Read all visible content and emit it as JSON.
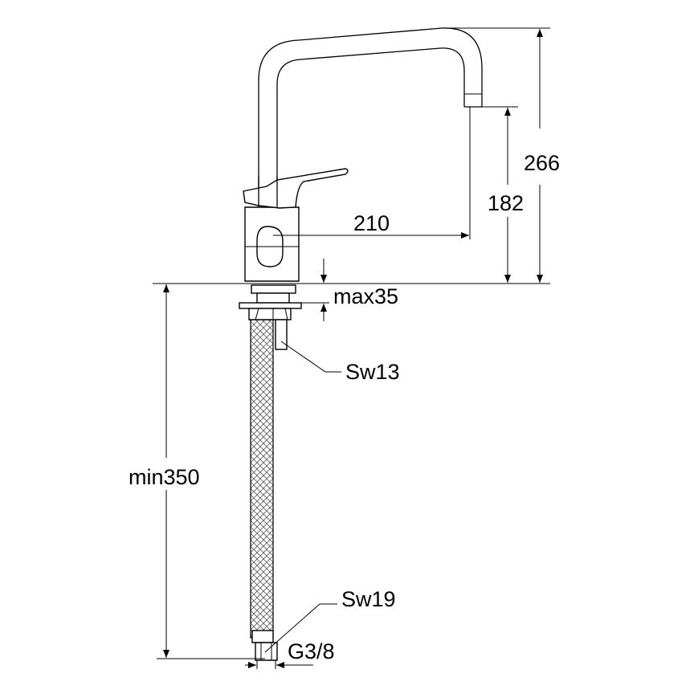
{
  "dimensions": {
    "total_height": "266",
    "spout_height": "182",
    "spout_reach": "210",
    "max_counter_thickness": "max35",
    "hose_length": "min350"
  },
  "callouts": {
    "wrench_size_upper": "Sw13",
    "wrench_size_lower": "Sw19",
    "thread_size": "G3/8"
  },
  "colors": {
    "line": "#000000",
    "background": "#ffffff"
  }
}
